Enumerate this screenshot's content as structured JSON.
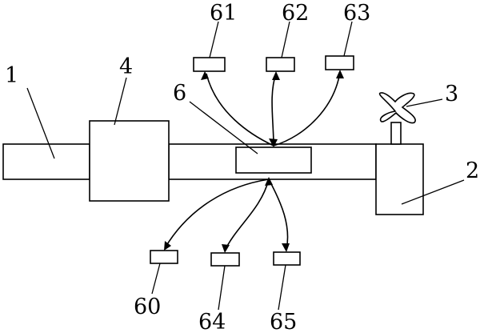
{
  "labels": {
    "pipe": "1",
    "terminal": "2",
    "valve": "3",
    "block": "4",
    "center": "6",
    "sensor_60": "60",
    "sensor_61": "61",
    "sensor_62": "62",
    "sensor_63": "63",
    "sensor_64": "64",
    "sensor_65": "65"
  }
}
